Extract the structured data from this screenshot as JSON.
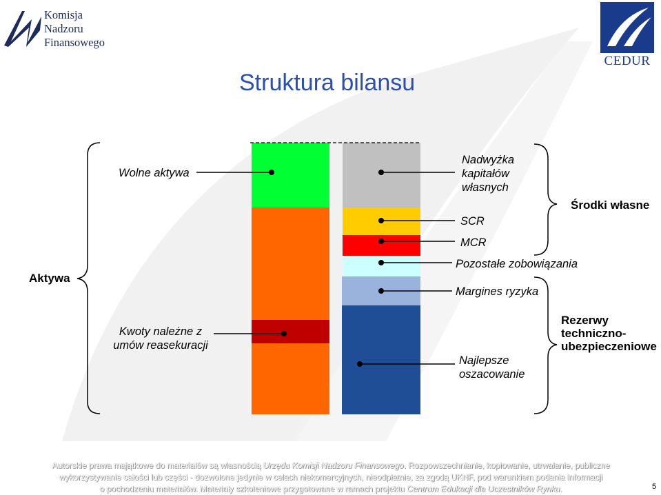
{
  "logo_left": {
    "lines": [
      "Komisja",
      "Nadzoru",
      "Finansowego"
    ]
  },
  "logo_right": {
    "text": "CEDUR"
  },
  "title": "Struktura bilansu",
  "labels": {
    "wolne_aktywa": "Wolne aktywa",
    "aktywa": "Aktywa",
    "kwoty_line1": "Kwoty należne z",
    "kwoty_line2": "umów reasekuracji",
    "nadwyzka_line1": "Nadwyżka",
    "nadwyzka_line2": "kapitałów",
    "nadwyzka_line3": "własnych",
    "scr": "SCR",
    "mcr": "MCR",
    "pozostale": "Pozostałe zobowiązania",
    "margines": "Margines ryzyka",
    "najlepsze_line1": "Najlepsze",
    "najlepsze_line2": "oszacowanie",
    "srodki": "Środki własne",
    "rezerwy_line1": "Rezerwy",
    "rezerwy_line2": "techniczno-",
    "rezerwy_line3": "ubezpieczeniowe"
  },
  "colors": {
    "green": "#00ff33",
    "orange": "#ff6600",
    "darkred": "#c00000",
    "gray": "#c0c0c0",
    "gold": "#ffcc00",
    "red": "#ff0000",
    "lightcyan": "#ccffff",
    "steelblue": "#99b3dd",
    "navy": "#1f4e96",
    "title": "#2b4fae"
  },
  "footer": {
    "line1_a": "Autorskie prawa majątkowe do materiałów są własnością ",
    "line1_b": "Urzędu Komisji Nadzoru Finansowego",
    "line1_c": ". Rozpowszechnianie, kopiowanie, utrwalanie, publiczne",
    "line2": "wykorzystywanie całości lub części - dozwolone jedynie w celach niekomercyjnych, nieodpłatnie, za zgodą UKNF, pod warunkiem podania informacji",
    "line3_a": "o pochodzeniu materiałów. Materiały szkoleniowe przygotowane w ramach projektu ",
    "line3_b": "Centrum Edukacji dla Uczestników Rynku",
    "line3_c": "."
  },
  "page_number": "5"
}
